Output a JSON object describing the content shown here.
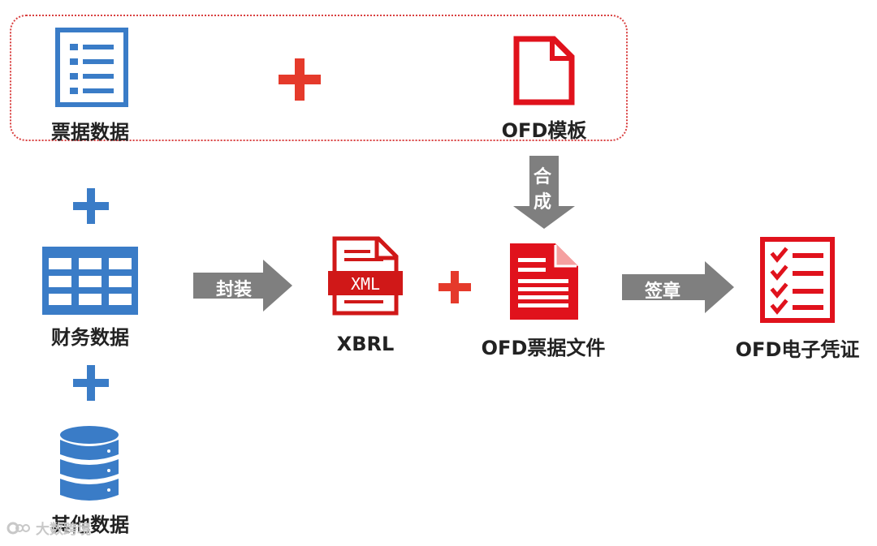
{
  "top_group": {
    "left_label": "票据数据",
    "right_label": "OFD模板"
  },
  "merge_arrow": {
    "label_line1": "合",
    "label_line2": "成"
  },
  "left_column": {
    "finance_label": "财务数据",
    "other_label": "其他数据"
  },
  "package_arrow": {
    "label": "封装"
  },
  "xbrl": {
    "badge": "XML",
    "label": "XBRL"
  },
  "ofd_file": {
    "label": "OFD票据文件"
  },
  "sign_arrow": {
    "label": "签章"
  },
  "voucher": {
    "label": "OFD电子凭证"
  },
  "watermark": {
    "text": "大数跨境"
  },
  "colors": {
    "blue": "#3a7cc7",
    "red": "#e0121c",
    "gray": "#7f7f7f",
    "plus_red": "#e53a2b"
  }
}
